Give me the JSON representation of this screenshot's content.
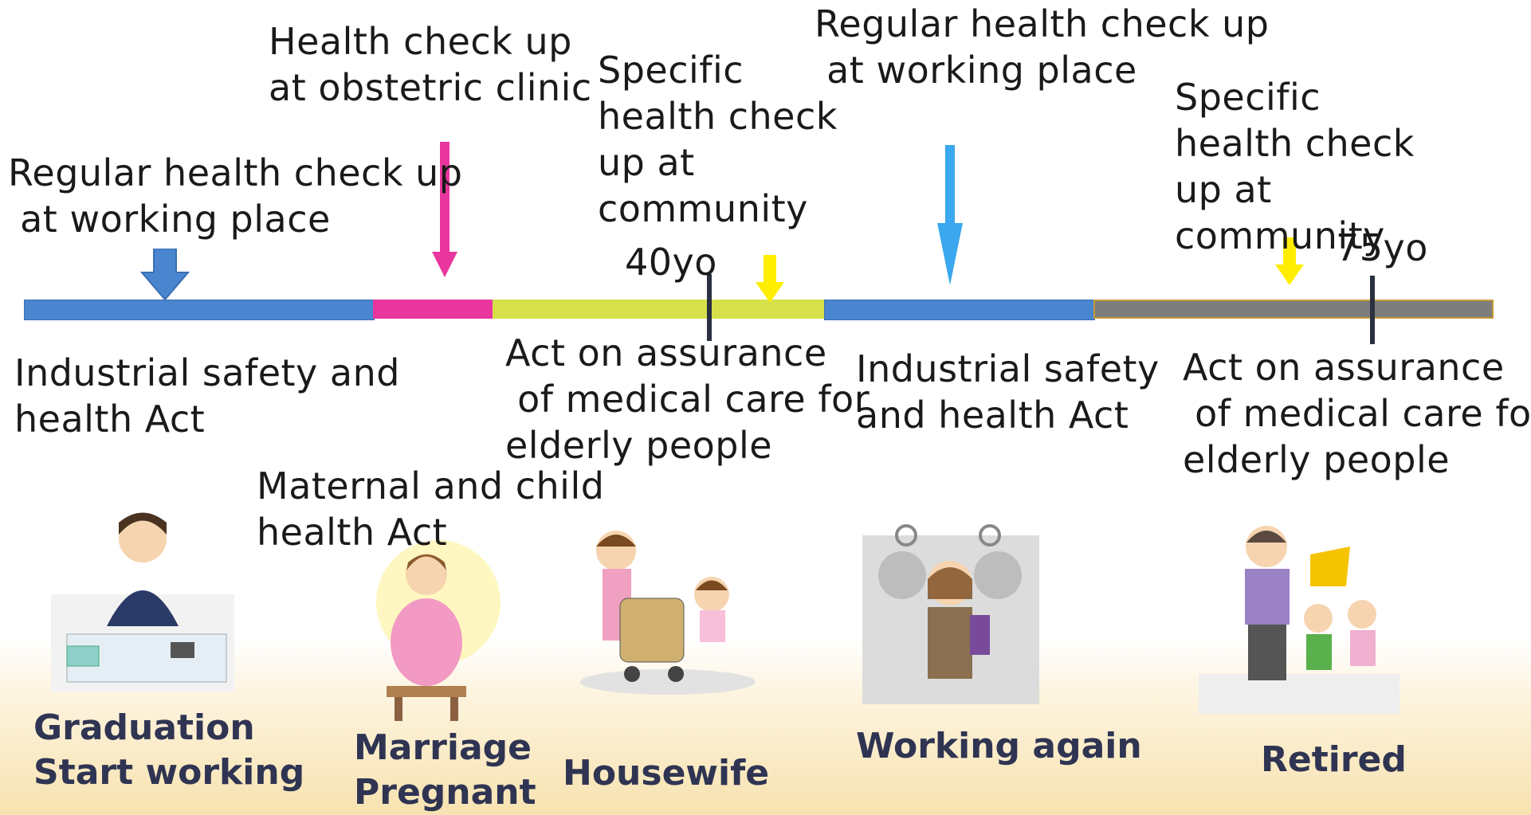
{
  "top_labels": {
    "regular_checkup_1": "Regular health check up\n at working place",
    "obstetric_checkup": "Health check up\nat obstetric clinic",
    "specific_checkup_1": "Specific\nhealth check\nup at\ncommunity",
    "regular_checkup_2": "Regular health check up\n at working place",
    "specific_checkup_2": "Specific\nhealth check\nup at\ncommunity"
  },
  "age_labels": {
    "age_40": "40yo",
    "age_75": "75yo"
  },
  "law_labels": {
    "industrial_1": "Industrial safety and\nhealth Act",
    "elderly_1": "Act on assurance\n of medical care for\nelderly people",
    "industrial_2": "Industrial safety\nand health Act",
    "elderly_2": "Act on assurance\n of medical care for\nelderly people",
    "maternal": "Maternal and child\nhealth Act"
  },
  "stages": {
    "graduation": "Graduation\nStart working",
    "marriage": "Marriage\nPregnant",
    "housewife": "Housewife",
    "working_again": "Working again",
    "retired": "Retired"
  },
  "colors": {
    "working": "#4a86d0",
    "pregnancy": "#e9359e",
    "housewife": "#d6e04a",
    "retired": "#7d7d7d",
    "arrow_pink": "#e9359e",
    "arrow_yellow": "#ffee00",
    "arrow_blue": "#3aa7ee",
    "stage_text": "#2f3452"
  }
}
